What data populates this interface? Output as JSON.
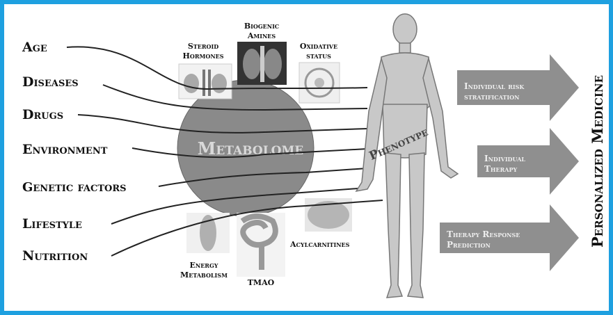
{
  "factors": [
    "Age",
    "Diseases",
    "Drugs",
    "Environment",
    "Genetic factors",
    "Lifestyle",
    "Nutrition"
  ],
  "center_label": "Metabolome",
  "phenotype_label": "Phenotype",
  "metabolite_labels": {
    "steroid": [
      "Steroid",
      "Hormones"
    ],
    "biogenic": [
      "Biogenic",
      "Amines"
    ],
    "oxidative": [
      "Oxidative",
      "status"
    ],
    "acylcarnitines": "Acylcarnitines",
    "energy": [
      "Energy",
      "Metabolism"
    ],
    "tmao": "TMAO"
  },
  "outcomes": [
    [
      "Individual risk",
      "stratification"
    ],
    [
      "Individual",
      "Therapy"
    ],
    [
      "Therapy Response",
      "Prediction"
    ]
  ],
  "right_title": "Personalized Medicine",
  "colors": {
    "frame": "#1ea0e0",
    "circle": "#8a8a8a",
    "arrow": "#8f8f8f"
  }
}
